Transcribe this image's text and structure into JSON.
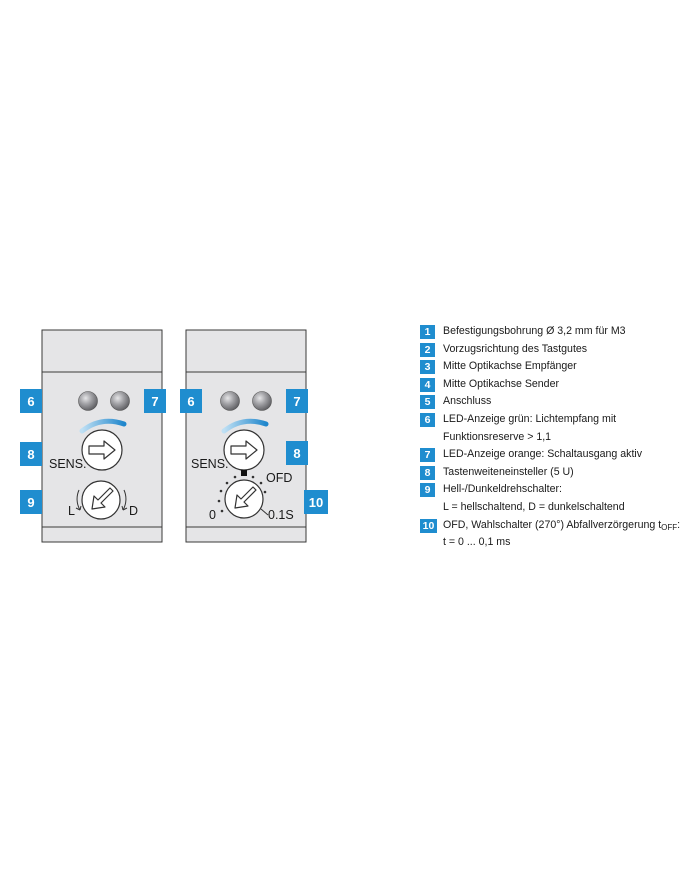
{
  "left_device": {
    "sens_label": "SENS.",
    "l_label": "L",
    "d_label": "D",
    "badges": [
      "6",
      "7",
      "8",
      "9"
    ]
  },
  "right_device": {
    "sens_label": "SENS.",
    "ofd_label": "OFD",
    "zero_label": "0",
    "max_label": "0.1S",
    "badges": [
      "6",
      "7",
      "8",
      "10"
    ]
  },
  "legend": [
    {
      "num": "1",
      "lines": [
        "Befestigungsbohrung Ø 3,2 mm für M3"
      ]
    },
    {
      "num": "2",
      "lines": [
        "Vorzugsrichtung des Tastgutes"
      ]
    },
    {
      "num": "3",
      "lines": [
        "Mitte Optikachse Empfänger"
      ]
    },
    {
      "num": "4",
      "lines": [
        "Mitte Optikachse Sender"
      ]
    },
    {
      "num": "5",
      "lines": [
        "Anschluss"
      ]
    },
    {
      "num": "6",
      "lines": [
        "LED-Anzeige grün: Lichtempfang mit",
        "Funktionsreserve > 1,1"
      ]
    },
    {
      "num": "7",
      "lines": [
        "LED-Anzeige orange: Schaltausgang aktiv"
      ]
    },
    {
      "num": "8",
      "lines": [
        "Tastenweiteneinsteller (5 U)"
      ]
    },
    {
      "num": "9",
      "lines": [
        "Hell-/Dunkeldrehschalter:",
        "L = hellschaltend, D = dunkelschaltend"
      ]
    },
    {
      "num": "10",
      "lines": [
        "OFD, Wahlschalter (270°) Abfallverzörgerung t",
        "t = 0 ... 0,1 ms"
      ],
      "subscript": "OFF",
      "suffix": ":"
    }
  ],
  "colors": {
    "housing": "#e5e5e7",
    "badge": "#1f8dcf",
    "arc": "#2a8fd0",
    "led": "#8c8c90"
  }
}
